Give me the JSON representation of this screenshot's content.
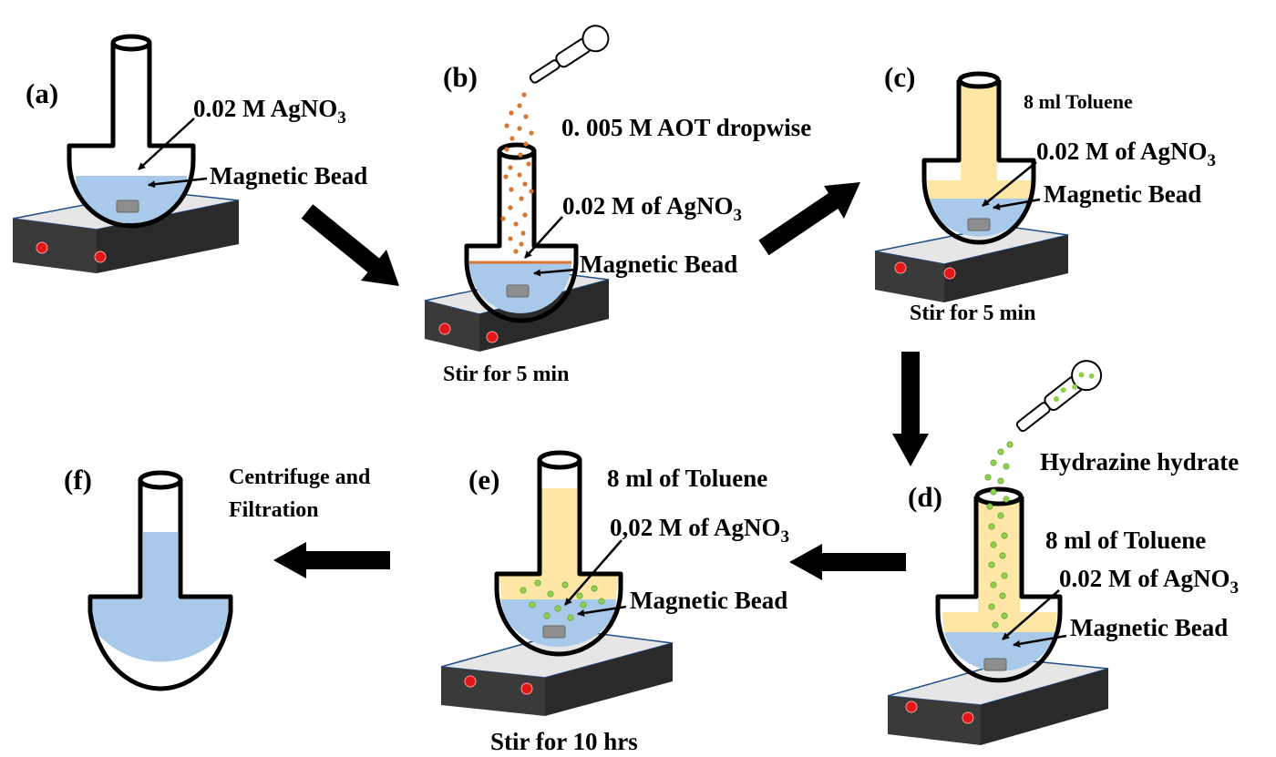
{
  "steps": {
    "a": {
      "tag": "(a)",
      "solution_label": "0.02 M AgNO",
      "solution_sub": "3",
      "bead_label": "Magnetic Bead"
    },
    "b": {
      "tag": "(b)",
      "dropwise_label": "0. 005 M AOT dropwise",
      "solution_label": "0.02 M of AgNO",
      "solution_sub": "3",
      "bead_label": "Magnetic Bead",
      "stir_label": "Stir for 5 min"
    },
    "c": {
      "tag": "(c)",
      "toluene_label": "8 ml Toluene",
      "solution_label": "0.02 M of AgNO",
      "solution_sub": "3",
      "bead_label": "Magnetic Bead",
      "stir_label": "Stir for 5 min"
    },
    "d": {
      "tag": "(d)",
      "hydrazine_label": "Hydrazine hydrate",
      "toluene_label": "8 ml of Toluene",
      "solution_label": "0.02 M of AgNO",
      "solution_sub": "3",
      "bead_label": "Magnetic Bead"
    },
    "e": {
      "tag": "(e)",
      "toluene_label": "8 ml of Toluene",
      "solution_label": "0,02 M of AgNO",
      "solution_sub": "3",
      "bead_label": "Magnetic Bead",
      "stir_label": "Stir for 10 hrs"
    },
    "f": {
      "tag": "(f)",
      "process_line1": "Centrifuge and",
      "process_line2": "Filtration"
    }
  },
  "colors": {
    "solution_blue": "#a9c9ea",
    "toluene_yellow": "#fde6a6",
    "aot_drops": "#d9772f",
    "hydrazine_drops": "#8fd14f",
    "plate_top": "#e6e6e6",
    "plate_front": "#3a3a3a",
    "plate_side": "#2a2a2a",
    "indicator_red": "#e01818",
    "bead_grey": "#8e8e8e"
  }
}
